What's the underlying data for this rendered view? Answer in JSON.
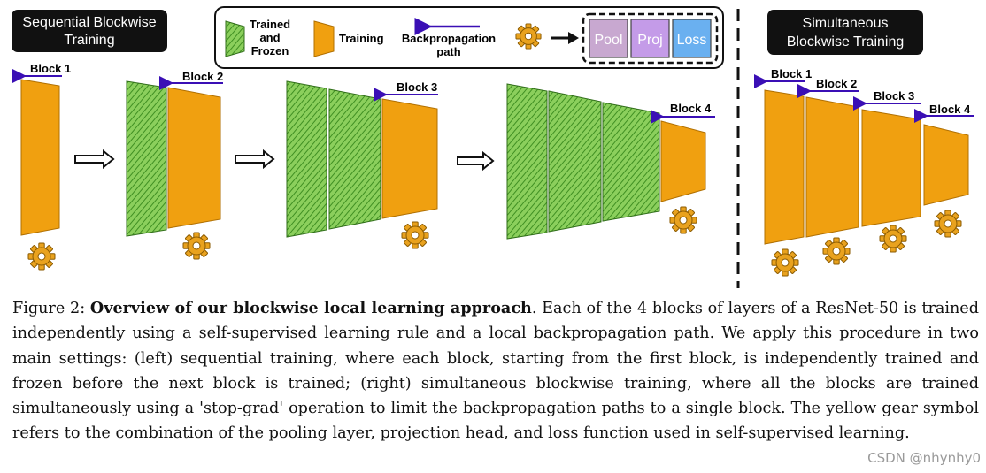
{
  "diagram": {
    "left_title": [
      "Sequential Blockwise",
      "Training"
    ],
    "right_title": [
      "Simultaneous",
      "Blockwise Training"
    ],
    "legend": {
      "trained_frozen": [
        "Trained",
        "and",
        "Frozen"
      ],
      "training": "Training",
      "backprop": [
        "Backpropagation",
        "path"
      ],
      "pool": "Pool",
      "proj": "Proj",
      "loss": "Loss"
    },
    "block_labels": [
      "Block 1",
      "Block 2",
      "Block 3",
      "Block 4"
    ],
    "colors": {
      "training": "#f0a010",
      "frozen": "#6cb33f",
      "arrow": "#3a0fb5",
      "pool": "#c8a8d0",
      "proj": "#c49be8",
      "loss": "#6ab0f0",
      "gear": "#e8a020"
    }
  },
  "caption": {
    "label": "Figure 2:",
    "title": "Overview of our blockwise local learning approach",
    "body": ". Each of the 4 blocks of layers of a ResNet-50 is trained independently using a self-supervised learning rule and a local backpropagation path. We apply this procedure in two main settings: (left) sequential training, where each block, starting from the first block, is independently trained and frozen before the next block is trained; (right) simultaneous blockwise training, where all the blocks are trained simultaneously using a 'stop-grad' operation to limit the backpropagation paths to a single block. The yellow gear symbol refers to the combination of the pooling layer, projection head, and loss function used in self-supervised learning."
  },
  "watermark": "CSDN @nhynhy0"
}
